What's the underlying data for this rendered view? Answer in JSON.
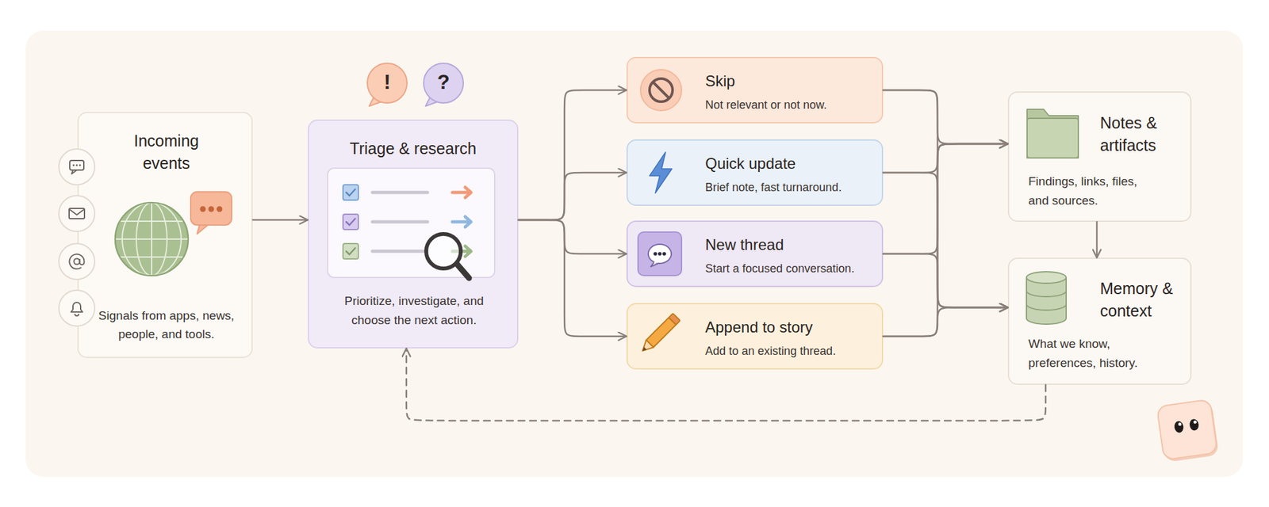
{
  "diagram": {
    "nodes": [
      {
        "text": [
          "Incoming events",
          "Signals from apps, news, people, and tools."
        ]
      },
      {
        "text": [
          "Triage & research",
          "Prioritize, investigate, and choose the next action."
        ]
      },
      {
        "text": [
          "Skip",
          "Not relevant or not now."
        ]
      },
      {
        "text": [
          "Quick update",
          "Brief note, fast turnaround."
        ]
      },
      {
        "text": [
          "New thread",
          "Start a focused conversation."
        ]
      },
      {
        "text": [
          "Append to story",
          "Add to an existing thread."
        ]
      },
      {
        "text": [
          "Notes & artifacts",
          "Findings, links, files, and sources."
        ]
      },
      {
        "text": [
          "Memory & context",
          "What we know, preferences, history."
        ]
      }
    ],
    "edges": [
      {
        "from": 0,
        "to": 1,
        "arrow": "to"
      },
      {
        "from": 1,
        "to": 2,
        "arrow": "to"
      },
      {
        "from": 1,
        "to": 3,
        "arrow": "to"
      },
      {
        "from": 1,
        "to": 4,
        "arrow": "to"
      },
      {
        "from": 1,
        "to": 5,
        "arrow": "to"
      },
      {
        "from": 2,
        "to": 6,
        "arrow": "to"
      },
      {
        "from": 2,
        "to": 7,
        "arrow": "to"
      },
      {
        "from": 3,
        "to": 6,
        "arrow": "to"
      },
      {
        "from": 3,
        "to": 7,
        "arrow": "to"
      },
      {
        "from": 4,
        "to": 6,
        "arrow": "to"
      },
      {
        "from": 4,
        "to": 7,
        "arrow": "to"
      },
      {
        "from": 5,
        "to": 6,
        "arrow": "to"
      },
      {
        "from": 5,
        "to": 7,
        "arrow": "to"
      },
      {
        "from": 6,
        "to": 7,
        "arrow": "to"
      },
      {
        "from": 7,
        "to": 1,
        "arrow": "to"
      }
    ],
    "labels": [
      "!",
      "?"
    ]
  }
}
